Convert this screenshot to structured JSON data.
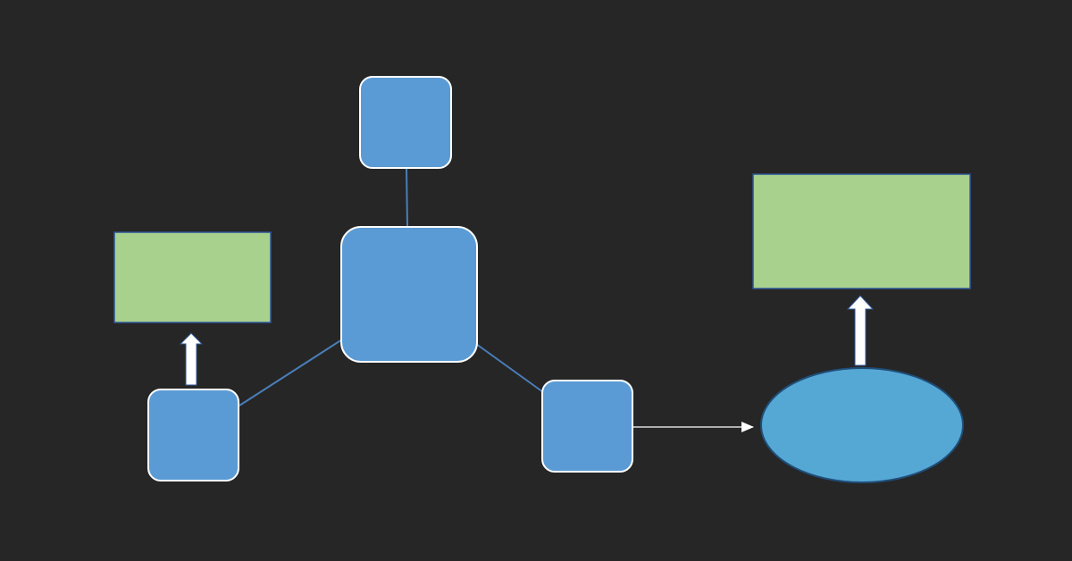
{
  "diagram": {
    "background": "#262626",
    "colors": {
      "node_fill": "#5B9BD5",
      "node_stroke": "#FFFFFF",
      "box_fill": "#A9D18E",
      "box_stroke": "#2F5597",
      "ellipse_fill": "#56A8D4",
      "ellipse_stroke": "#1F4E79",
      "connector": "#4A7EB8",
      "arrow": "#FFFFFF"
    },
    "nodes": [
      {
        "id": "top-node",
        "shape": "rounded-square",
        "label": ""
      },
      {
        "id": "center-node",
        "shape": "rounded-square",
        "label": ""
      },
      {
        "id": "left-node",
        "shape": "rounded-square",
        "label": ""
      },
      {
        "id": "right-node",
        "shape": "rounded-square",
        "label": ""
      },
      {
        "id": "left-green-box",
        "shape": "rectangle",
        "label": ""
      },
      {
        "id": "right-green-box",
        "shape": "rectangle",
        "label": ""
      },
      {
        "id": "ellipse-node",
        "shape": "ellipse",
        "label": ""
      }
    ],
    "edges": [
      {
        "from": "top-node",
        "to": "center-node",
        "style": "line"
      },
      {
        "from": "center-node",
        "to": "left-node",
        "style": "line"
      },
      {
        "from": "center-node",
        "to": "right-node",
        "style": "line"
      },
      {
        "from": "right-node",
        "to": "ellipse-node",
        "style": "thin-arrow"
      },
      {
        "from": "left-node",
        "to": "left-green-box",
        "style": "block-arrow-up"
      },
      {
        "from": "ellipse-node",
        "to": "right-green-box",
        "style": "block-arrow-up"
      }
    ]
  }
}
